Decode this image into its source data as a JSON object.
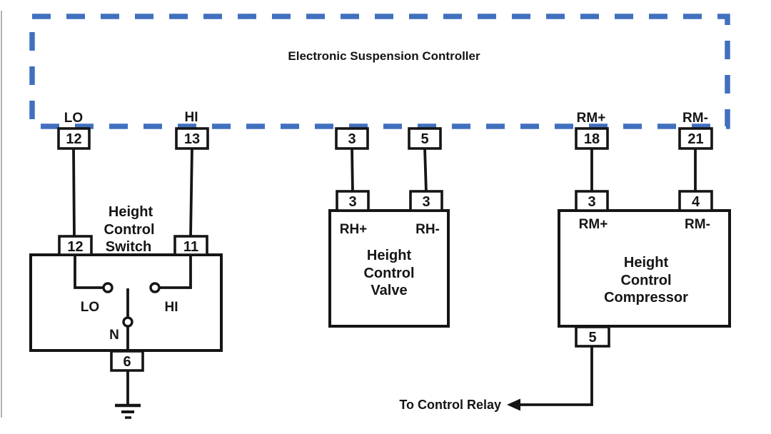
{
  "colors": {
    "controller_border": "#4070BE",
    "line": "#151515",
    "page_edge": "#b3b3b3"
  },
  "controller": {
    "title": "Electronic Suspension Controller",
    "pins": {
      "lo": {
        "label": "LO",
        "number": "12"
      },
      "hi": {
        "label": "HI",
        "number": "13"
      },
      "valve_a": {
        "number": "3"
      },
      "valve_b": {
        "number": "5"
      },
      "rm_plus": {
        "label": "RM+",
        "number": "18"
      },
      "rm_minus": {
        "label": "RM-",
        "number": "21"
      }
    }
  },
  "switch": {
    "name": [
      "Height",
      "Control",
      "Switch"
    ],
    "pins": {
      "lo": "12",
      "hi": "11",
      "neutral": "6"
    },
    "contacts": {
      "lo": "LO",
      "hi": "HI",
      "neutral": "N"
    }
  },
  "valve": {
    "name": [
      "Height",
      "Control",
      "Valve"
    ],
    "pins": {
      "rh_plus": "3",
      "rh_minus": "3"
    },
    "terminals": {
      "rh_plus": "RH+",
      "rh_minus": "RH-"
    }
  },
  "compressor": {
    "name": [
      "Height",
      "Control",
      "Compressor"
    ],
    "pins": {
      "rm_plus": "3",
      "rm_minus": "4",
      "relay": "5"
    },
    "terminals": {
      "rm_plus": "RM+",
      "rm_minus": "RM-"
    }
  },
  "annotations": {
    "to_control_relay": "To Control Relay"
  }
}
